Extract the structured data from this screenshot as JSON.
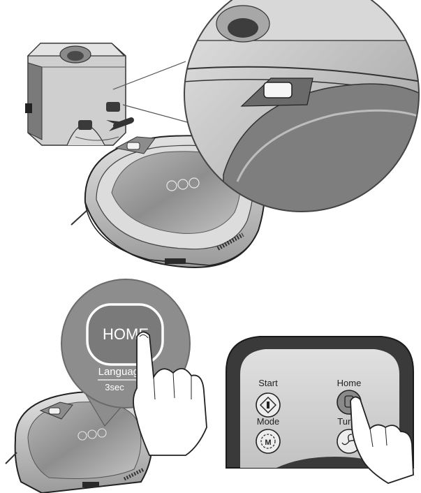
{
  "robot_button": {
    "label": "HOME",
    "sub_label": "Language",
    "duration": "3sec"
  },
  "remote": {
    "start_label": "Start",
    "home_label": "Home",
    "mode_label": "Mode",
    "turbo_label": "Turbo",
    "mode_glyph": "M"
  },
  "colors": {
    "robot_body": "#c9c9c9",
    "robot_top": "#a8a8a8",
    "callout_bg": "#8d8d8d",
    "remote_body": "#3a3a3a",
    "remote_face": "#cfcfcf"
  }
}
